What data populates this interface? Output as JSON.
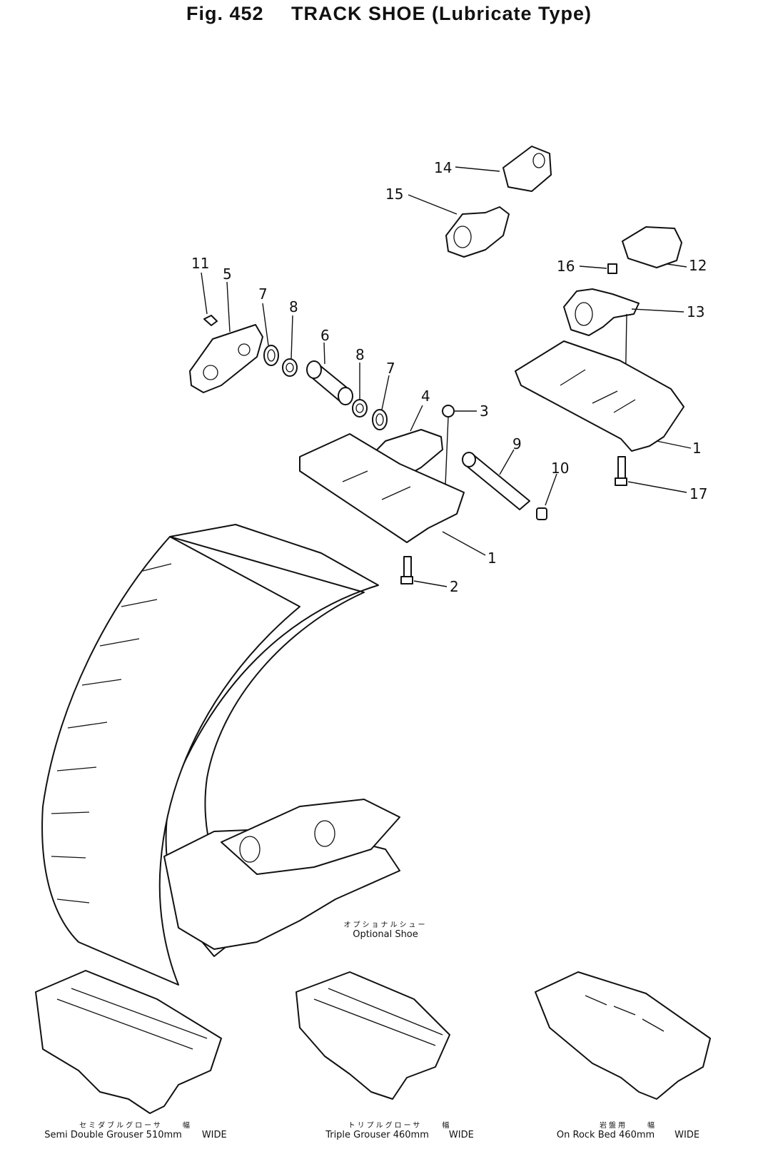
{
  "header": {
    "fig_label": "Fig. 452",
    "title": "TRACK SHOE (Lubricate Type)"
  },
  "callouts": {
    "c1": "1",
    "c1b": "1",
    "c2": "2",
    "c3": "3",
    "c4": "4",
    "c5": "5",
    "c6": "6",
    "c7a": "7",
    "c7b": "7",
    "c8a": "8",
    "c8b": "8",
    "c9": "9",
    "c10": "10",
    "c11": "11",
    "c12": "12",
    "c13": "13",
    "c14": "14",
    "c15": "15",
    "c16": "16",
    "c17": "17"
  },
  "optional_shoe": {
    "jp": "オプショナルシュー",
    "en": "Optional Shoe"
  },
  "shoe_variants": [
    {
      "jp": "セミダブルグローサ",
      "jp_wide": "幅",
      "en": "Semi Double Grouser 510mm",
      "wide": "WIDE"
    },
    {
      "jp": "トリプルグローサ",
      "jp_wide": "幅",
      "en": "Triple Grouser 460mm",
      "wide": "WIDE"
    },
    {
      "jp": "岩盤用",
      "jp_wide": "幅",
      "en": "On Rock Bed 460mm",
      "wide": "WIDE"
    }
  ]
}
